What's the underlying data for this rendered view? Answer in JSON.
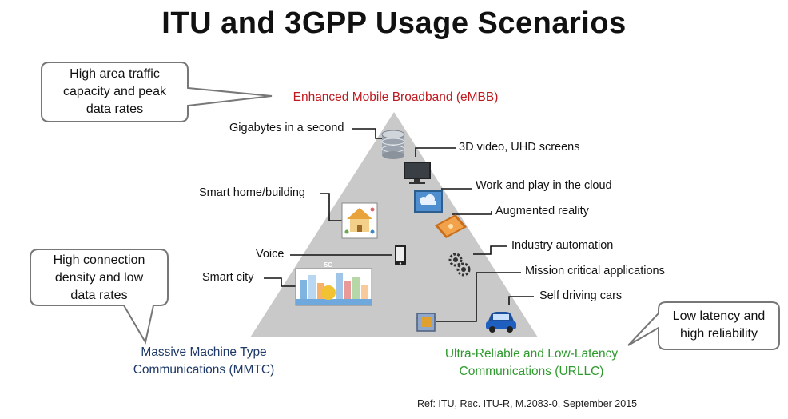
{
  "title": "ITU and 3GPP Usage Scenarios",
  "corners": {
    "top": "Enhanced Mobile Broadband (eMBB)",
    "left_line1": "Massive Machine Type",
    "left_line2": "Communications (MMTC)",
    "right_line1": "Ultra-Reliable and Low-Latency",
    "right_line2": "Communications (URLLC)"
  },
  "bubbles": {
    "embb": [
      "High area traffic",
      "capacity and peak",
      "data rates"
    ],
    "mmtc": [
      "High connection",
      "density and low",
      "data rates"
    ],
    "urllc": [
      "Low latency and",
      "high reliability"
    ]
  },
  "labels": {
    "gigabytes": "Gigabytes in a second",
    "video": "3D video, UHD screens",
    "cloud": "Work and play in the cloud",
    "smart_home": "Smart home/building",
    "ar": "Augmented reality",
    "industry": "Industry automation",
    "voice": "Voice",
    "mission": "Mission critical applications",
    "smart_city": "Smart city",
    "cars": "Self driving cars"
  },
  "city_badge": "5G",
  "reference": "Ref: ITU, Rec. ITU-R, M.2083-0, September 2015",
  "colors": {
    "triangle": "#c9c9c9",
    "embb": "#c0191f",
    "mmtc": "#1f3a68",
    "urllc": "#2e9a2e"
  },
  "icons": [
    "database-icon",
    "tv-screen-icon",
    "cloud-monitor-icon",
    "smart-home-icon",
    "ar-tablet-icon",
    "gears-icon",
    "smartphone-icon",
    "chip-icon",
    "smart-city-icon",
    "car-icon"
  ]
}
